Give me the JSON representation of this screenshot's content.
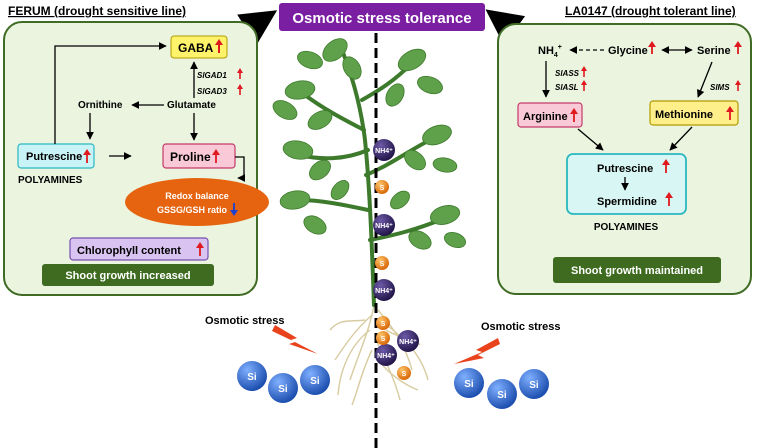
{
  "title": "Osmotic stress tolerance",
  "left_panel": {
    "header": "FERUM (drought sensitive line)",
    "nodes": {
      "gaba": "GABA",
      "ornithine": "Ornithine",
      "glutamate": "Glutamate",
      "putrescine": "Putrescine",
      "proline": "Proline",
      "polyamines": "POLYAMINES",
      "redox_line1": "Redox balance",
      "redox_line2": "GSSG/GSH ratio",
      "chlorophyll": "Chlorophyll content",
      "shoot_growth": "Shoot growth increased"
    },
    "genes": [
      "SlGAD1",
      "SlGAD3"
    ]
  },
  "right_panel": {
    "header": "LA0147 (drought tolerant line)",
    "nodes": {
      "nh4": "NH",
      "nh4_sub": "4",
      "nh4_sup": "+",
      "glycine": "Glycine",
      "serine": "Serine",
      "arginine": "Arginine",
      "methionine": "Methionine",
      "putrescine": "Putrescine",
      "spermidine": "Spermidine",
      "polyamines": "POLYAMINES",
      "shoot_growth": "Shoot growth maintained"
    },
    "genes": [
      "SlASS",
      "SlASL",
      "SlMS"
    ]
  },
  "plant": {
    "nh4_badge": "NH4⁺",
    "s_badge": "S",
    "nh4_count": 5,
    "s_count": 5
  },
  "stress": {
    "label_left": "Osmotic stress",
    "label_right": "Osmotic stress"
  },
  "silicon": {
    "label": "Si",
    "left_count": 3,
    "right_count": 3
  },
  "colors": {
    "title_bg": "#7b1fa2",
    "panel_bg": "#eaf4df",
    "panel_border": "#3f6b24",
    "gaba_bg": "#fff36b",
    "putrescine_bg": "#c8f3f7",
    "proline_bg": "#f9c9d8",
    "redox_bg": "#e6640f",
    "chlorophyll_bg": "#d9c3f0",
    "shoot_bg": "#3e6b20",
    "methionine_bg": "#ffef8a",
    "polyamine_box_bg": "#d8f7f4",
    "polyamine_box_border": "#2bb7c0",
    "up_arrow": "#e0191f",
    "down_arrow": "#1f3fd1",
    "leaf": "#5fa04a",
    "nh4_badge": "#3b2a6b",
    "s_badge": "#f08a1c",
    "si_ball": "#2a63c7"
  }
}
